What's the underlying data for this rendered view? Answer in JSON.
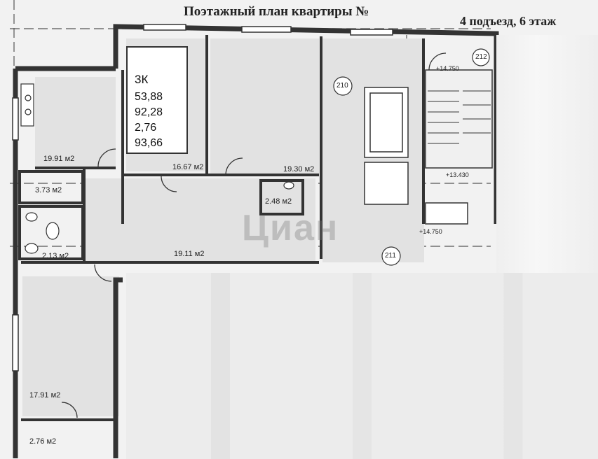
{
  "header": {
    "title": "Поэтажный план квартиры №",
    "subtitle": "4 подъезд, 6 этаж"
  },
  "apartment": {
    "type": "3К",
    "values": [
      "53,88",
      "92,28",
      "2,76",
      "93,66"
    ]
  },
  "rooms": {
    "kitchen": "19.91 м2",
    "room1": "16.67 м2",
    "room2": "19.30 м2",
    "bath": "3.73 м2",
    "wc": "2.48 м2",
    "toilet": "2.13 м2",
    "hall": "19.11 м2",
    "room3": "17.91 м2",
    "balcony": "2.76 м2"
  },
  "markers": {
    "m210": "210",
    "m211": "211",
    "m212": "212",
    "level1": "+14.750",
    "level2": "+13.430",
    "level3": "+14.750"
  },
  "watermark": "Циан",
  "colors": {
    "wall": "#333333",
    "room_fill": "#e2e2e2",
    "background": "#f2f2f2"
  }
}
